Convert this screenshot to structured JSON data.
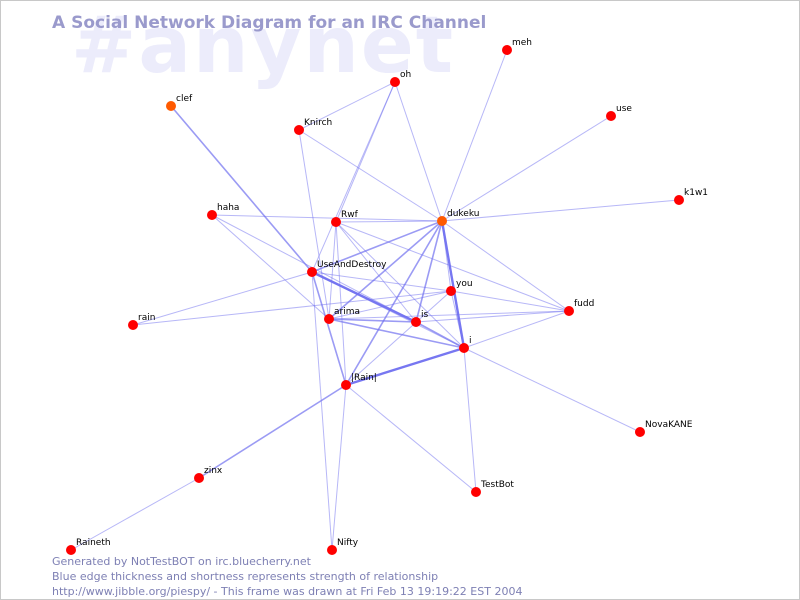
{
  "watermark": "#anynet",
  "title": "A Social Network Diagram for an IRC Channel",
  "footer": {
    "line1": "Generated by NotTestBOT on irc.bluecherry.net",
    "line2": "Blue edge thickness and shortness represents strength of relationship",
    "line3": "http://www.jibble.org/piespy/ - This frame was drawn at Fri Feb 13 19:19:22 EST 2004"
  },
  "colors": {
    "node": "#ff0000",
    "node_active": "#ff5a00",
    "edge": "#7070f0",
    "title": "#9a9acc",
    "watermark": "#ececfb"
  },
  "nodes": [
    {
      "id": "meh",
      "label": "meh"
    },
    {
      "id": "oh",
      "label": "oh"
    },
    {
      "id": "clef",
      "label": "clef"
    },
    {
      "id": "use",
      "label": "use"
    },
    {
      "id": "Knirch",
      "label": "Knirch"
    },
    {
      "id": "k1w1",
      "label": "k1w1"
    },
    {
      "id": "haha",
      "label": "haha"
    },
    {
      "id": "Rwf",
      "label": "Rwf"
    },
    {
      "id": "dukeku",
      "label": "dukeku"
    },
    {
      "id": "UseAndDestroy",
      "label": "UseAndDestroy"
    },
    {
      "id": "you",
      "label": "you"
    },
    {
      "id": "fudd",
      "label": "fudd"
    },
    {
      "id": "rain",
      "label": "rain"
    },
    {
      "id": "arima",
      "label": "arima"
    },
    {
      "id": "is",
      "label": "is"
    },
    {
      "id": "i",
      "label": "i"
    },
    {
      "id": "Rain",
      "label": "|Rain|"
    },
    {
      "id": "NovaKANE",
      "label": "NovaKANE"
    },
    {
      "id": "zinx",
      "label": "zinx"
    },
    {
      "id": "TestBot",
      "label": "TestBot"
    },
    {
      "id": "Raineth",
      "label": "Raineth"
    },
    {
      "id": "Nifty",
      "label": "Nifty"
    }
  ],
  "edges": [
    {
      "a": "oh",
      "b": "Knirch",
      "strength": 1
    },
    {
      "a": "oh",
      "b": "Rwf",
      "strength": 1
    },
    {
      "a": "oh",
      "b": "dukeku",
      "strength": 1
    },
    {
      "a": "oh",
      "b": "UseAndDestroy",
      "strength": 1
    },
    {
      "a": "meh",
      "b": "dukeku",
      "strength": 1
    },
    {
      "a": "clef",
      "b": "UseAndDestroy",
      "strength": 2
    },
    {
      "a": "use",
      "b": "dukeku",
      "strength": 1
    },
    {
      "a": "k1w1",
      "b": "dukeku",
      "strength": 1
    },
    {
      "a": "Knirch",
      "b": "dukeku",
      "strength": 1
    },
    {
      "a": "Knirch",
      "b": "arima",
      "strength": 1
    },
    {
      "a": "haha",
      "b": "dukeku",
      "strength": 1
    },
    {
      "a": "haha",
      "b": "is",
      "strength": 1
    },
    {
      "a": "haha",
      "b": "arima",
      "strength": 1
    },
    {
      "a": "Rwf",
      "b": "dukeku",
      "strength": 1
    },
    {
      "a": "Rwf",
      "b": "is",
      "strength": 1
    },
    {
      "a": "Rwf",
      "b": "i",
      "strength": 1
    },
    {
      "a": "Rwf",
      "b": "Rain",
      "strength": 1
    },
    {
      "a": "Rwf",
      "b": "fudd",
      "strength": 1
    },
    {
      "a": "Rwf",
      "b": "arima",
      "strength": 1
    },
    {
      "a": "dukeku",
      "b": "UseAndDestroy",
      "strength": 2
    },
    {
      "a": "dukeku",
      "b": "arima",
      "strength": 2
    },
    {
      "a": "dukeku",
      "b": "is",
      "strength": 2
    },
    {
      "a": "dukeku",
      "b": "i",
      "strength": 3
    },
    {
      "a": "dukeku",
      "b": "Rain",
      "strength": 2
    },
    {
      "a": "dukeku",
      "b": "fudd",
      "strength": 1
    },
    {
      "a": "dukeku",
      "b": "you",
      "strength": 1
    },
    {
      "a": "UseAndDestroy",
      "b": "is",
      "strength": 3
    },
    {
      "a": "UseAndDestroy",
      "b": "Rain",
      "strength": 2
    },
    {
      "a": "UseAndDestroy",
      "b": "you",
      "strength": 1
    },
    {
      "a": "UseAndDestroy",
      "b": "i",
      "strength": 1
    },
    {
      "a": "UseAndDestroy",
      "b": "rain",
      "strength": 1
    },
    {
      "a": "UseAndDestroy",
      "b": "Nifty",
      "strength": 1
    },
    {
      "a": "you",
      "b": "Rain",
      "strength": 1
    },
    {
      "a": "you",
      "b": "i",
      "strength": 1
    },
    {
      "a": "you",
      "b": "arima",
      "strength": 1
    },
    {
      "a": "you",
      "b": "fudd",
      "strength": 1
    },
    {
      "a": "rain",
      "b": "you",
      "strength": 1
    },
    {
      "a": "arima",
      "b": "is",
      "strength": 2
    },
    {
      "a": "arima",
      "b": "i",
      "strength": 2
    },
    {
      "a": "arima",
      "b": "fudd",
      "strength": 1
    },
    {
      "a": "is",
      "b": "i",
      "strength": 2
    },
    {
      "a": "is",
      "b": "fudd",
      "strength": 1
    },
    {
      "a": "i",
      "b": "Rain",
      "strength": 3
    },
    {
      "a": "i",
      "b": "fudd",
      "strength": 1
    },
    {
      "a": "i",
      "b": "NovaKANE",
      "strength": 1
    },
    {
      "a": "i",
      "b": "TestBot",
      "strength": 1
    },
    {
      "a": "Rain",
      "b": "zinx",
      "strength": 2
    },
    {
      "a": "Rain",
      "b": "TestBot",
      "strength": 1
    },
    {
      "a": "Rain",
      "b": "Nifty",
      "strength": 1
    },
    {
      "a": "zinx",
      "b": "Raineth",
      "strength": 1
    }
  ]
}
